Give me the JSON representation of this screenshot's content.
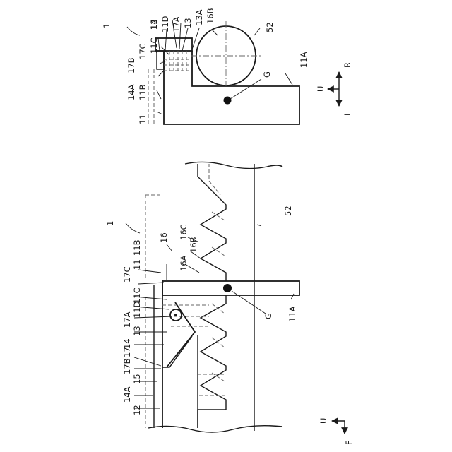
{
  "top_view": {
    "ref_1": "1",
    "labels": {
      "l12": "12",
      "l11D": "11D",
      "l17A": "17A",
      "l13": "13",
      "l13A": "13A",
      "l16B": "16B",
      "l52": "52",
      "l11C": "11C",
      "l14": "14",
      "l17C": "17C",
      "l17B": "17B",
      "l14A": "14A",
      "l11B": "11B",
      "l11": "11",
      "lG": "G",
      "l11A": "11A"
    },
    "axes": {
      "up": "U",
      "right": "R",
      "left": "L"
    }
  },
  "bottom_view": {
    "ref_1": "1",
    "labels": {
      "l16": "16",
      "l16C": "16C",
      "l16B": "16B",
      "l16A": "16A",
      "l11B": "11B",
      "l11": "11",
      "l17C": "17C",
      "l11C": "11C",
      "l11D": "11D",
      "l17A": "17A",
      "l13": "13",
      "l14": "14",
      "l17": "17",
      "l17B": "17B",
      "l15": "15",
      "l14A": "14A",
      "l12": "12",
      "l52": "52",
      "lG": "G",
      "l11A": "11A"
    },
    "axes": {
      "up": "U",
      "front": "F"
    }
  }
}
